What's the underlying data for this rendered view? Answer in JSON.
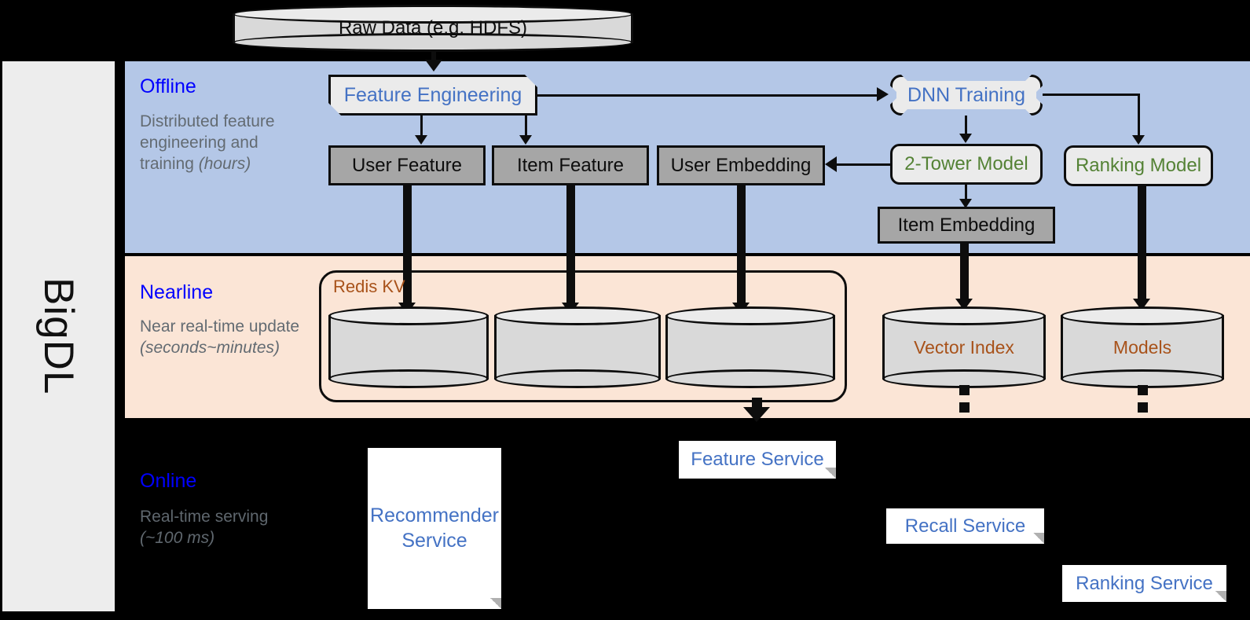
{
  "framework": {
    "name": "BigDL"
  },
  "source": {
    "label": "Raw Data (e.g. HDFS)"
  },
  "bands": {
    "offline": {
      "title": "Offline",
      "subtitle_main": "Distributed feature engineering and training ",
      "subtitle_em": "(hours)",
      "bg_color": "#b4c7e7"
    },
    "nearline": {
      "title": "Nearline",
      "subtitle_main": "Near real-time update ",
      "subtitle_em": "(seconds~minutes)",
      "bg_color": "#fbe5d6"
    },
    "online": {
      "title": "Online",
      "subtitle_main": "Real-time serving ",
      "subtitle_em": "(~100 ms)",
      "bg_color": "#000000"
    }
  },
  "offline_nodes": {
    "feature_engineering": "Feature Engineering",
    "dnn_training": "DNN Training",
    "user_feature": "User Feature",
    "item_feature": "Item Feature",
    "user_embedding": "User Embedding",
    "two_tower_model": "2-Tower Model",
    "ranking_model": "Ranking Model",
    "item_embedding": "Item Embedding"
  },
  "nearline_nodes": {
    "redis_group": "Redis KV",
    "store_user_feature": "",
    "store_item_feature": "",
    "store_user_embedding": "",
    "vector_index": "Vector Index",
    "models": "Models"
  },
  "online_nodes": {
    "recommender_service": "Recommender Service",
    "feature_service": "Feature Service",
    "recall_service": "Recall Service",
    "ranking_service": "Ranking Service"
  },
  "colors": {
    "accent_blue": "#4472c4",
    "title_blue": "#0000ff",
    "model_green": "#548235",
    "store_brown": "#a8521a",
    "gray_fill": "#a6a6a6",
    "light_fill": "#ebebeb",
    "cylinder_fill": "#d9d9d9",
    "offline_band": "#b4c7e7",
    "nearline_band": "#fbe5d6",
    "rail_fill": "#ededed"
  }
}
